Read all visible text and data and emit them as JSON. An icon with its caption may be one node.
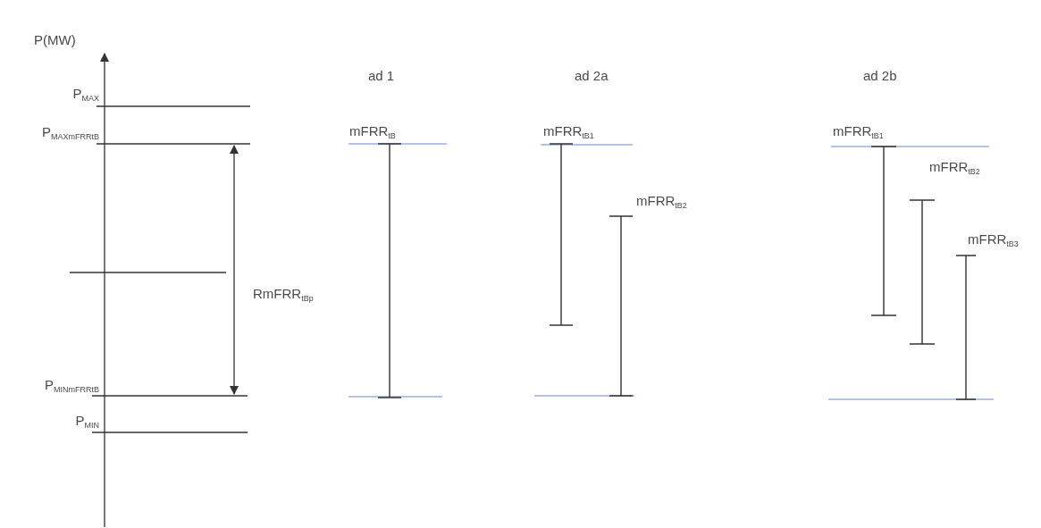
{
  "diagram": {
    "labels": [
      "P(MW)",
      "P$_{MAX}$",
      "P$_{MAXmFRRtB}$",
      "RmFRR$_{tBp}$",
      "P$_{MINmFRRtB}$",
      "P$_{MIN}$",
      "ad 1",
      "ad 2a",
      "ad 2b",
      "mFRR$_{tB}$",
      "mFRR$_{tB1}$",
      "mFRR$_{tB2}$",
      "mFRR$_{tB1}$",
      "mFRR$_{tB2}$",
      "mFRR$_{tB3}$"
    ]
  }
}
